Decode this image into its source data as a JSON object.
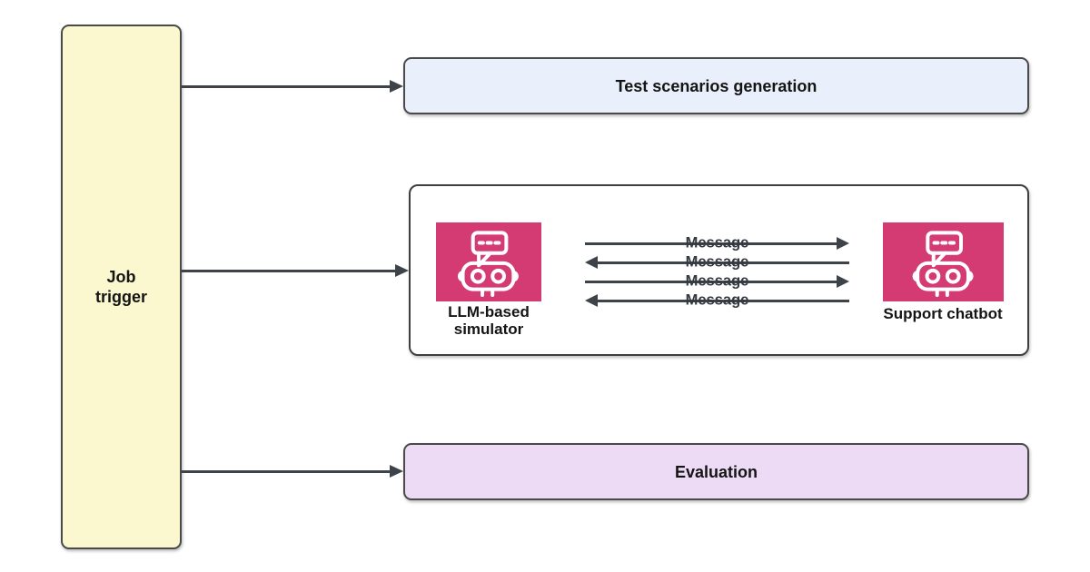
{
  "colors": {
    "job_trigger_fill": "#fbf8cf",
    "test_scenarios_fill": "#e9f0fb",
    "evaluation_fill": "#eddbf6",
    "simulation_fill": "#ffffff",
    "robot_tile_fill": "#d33b72",
    "connector_color": "#3e434a",
    "border_color": "#4a4a4a",
    "text_color": "#141414"
  },
  "nodes": {
    "job_trigger": {
      "line1": "Job",
      "line2": "trigger"
    },
    "test_scenarios": {
      "label": "Test scenarios generation"
    },
    "simulation": {
      "llm_simulator": {
        "line1": "LLM-based",
        "line2": "simulator"
      },
      "support_chatbot": {
        "label": "Support chatbot"
      },
      "messages": [
        {
          "label": "Message",
          "direction": "right"
        },
        {
          "label": "Message",
          "direction": "left"
        },
        {
          "label": "Message",
          "direction": "right"
        },
        {
          "label": "Message",
          "direction": "left"
        }
      ]
    },
    "evaluation": {
      "label": "Evaluation"
    }
  }
}
